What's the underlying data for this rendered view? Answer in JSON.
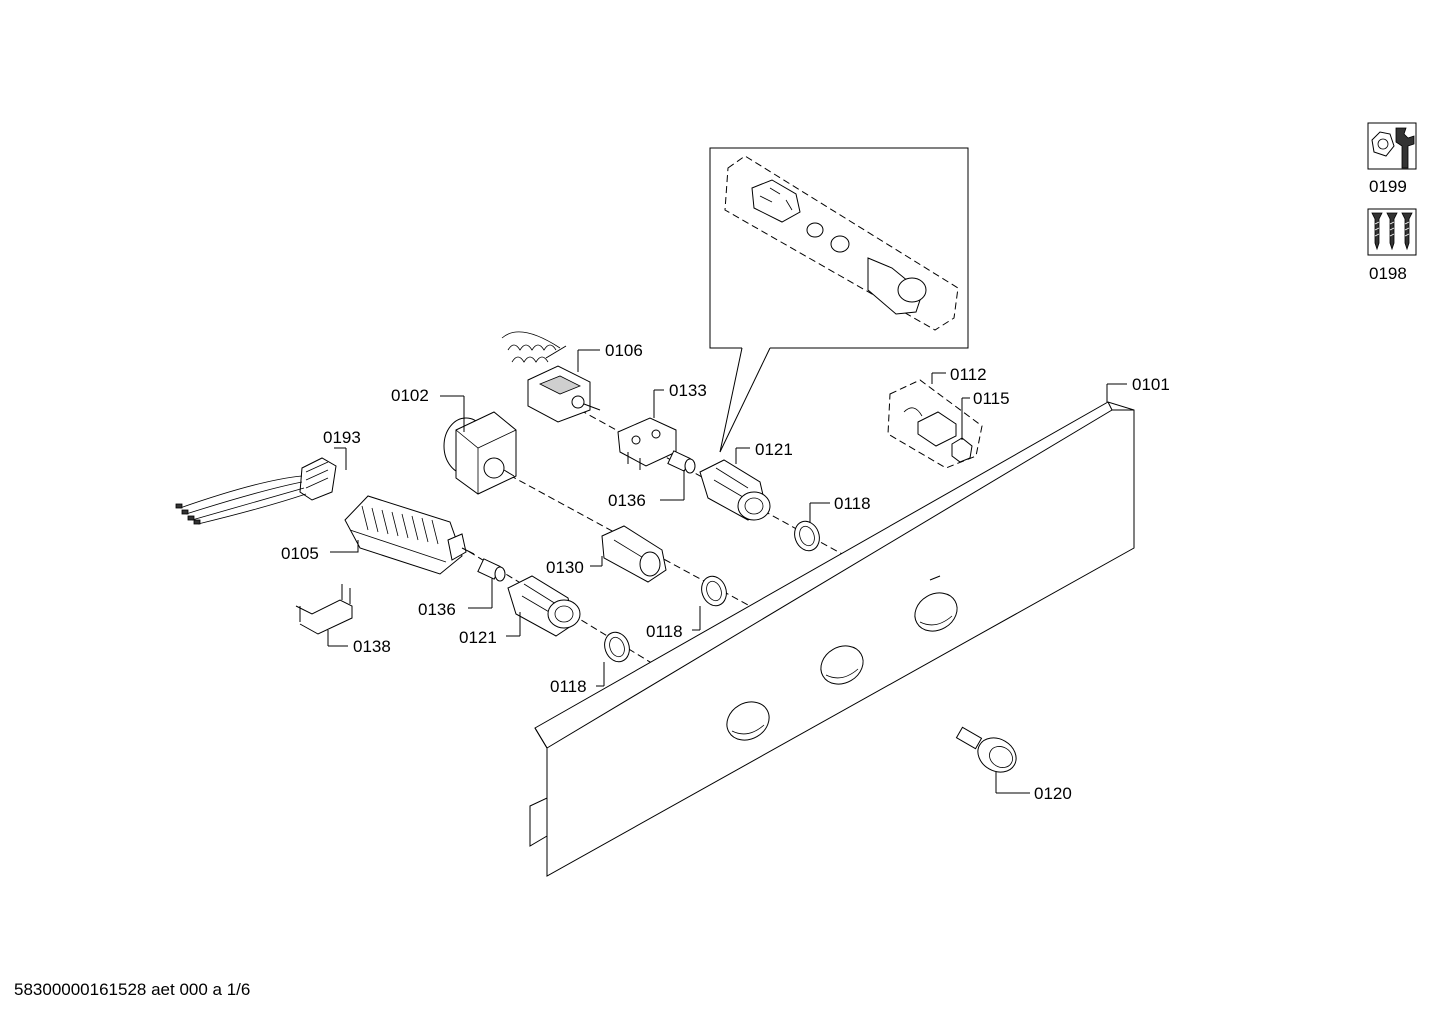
{
  "diagram": {
    "parts": {
      "p0101": "0101",
      "p0102": "0102",
      "p0105": "0105",
      "p0106": "0106",
      "p0112": "0112",
      "p0115": "0115",
      "p0118a": "0118",
      "p0118b": "0118",
      "p0118c": "0118",
      "p0120": "0120",
      "p0121a": "0121",
      "p0121b": "0121",
      "p0130": "0130",
      "p0133": "0133",
      "p0136a": "0136",
      "p0136b": "0136",
      "p0138": "0138",
      "p0193": "0193",
      "p0198": "0198",
      "p0199": "0199"
    },
    "icons": {
      "service_tool": "wrench-icon",
      "screws": "screws-icon"
    }
  },
  "footer": {
    "doc_id": "58300000161528 aet 000 a 1/6"
  }
}
